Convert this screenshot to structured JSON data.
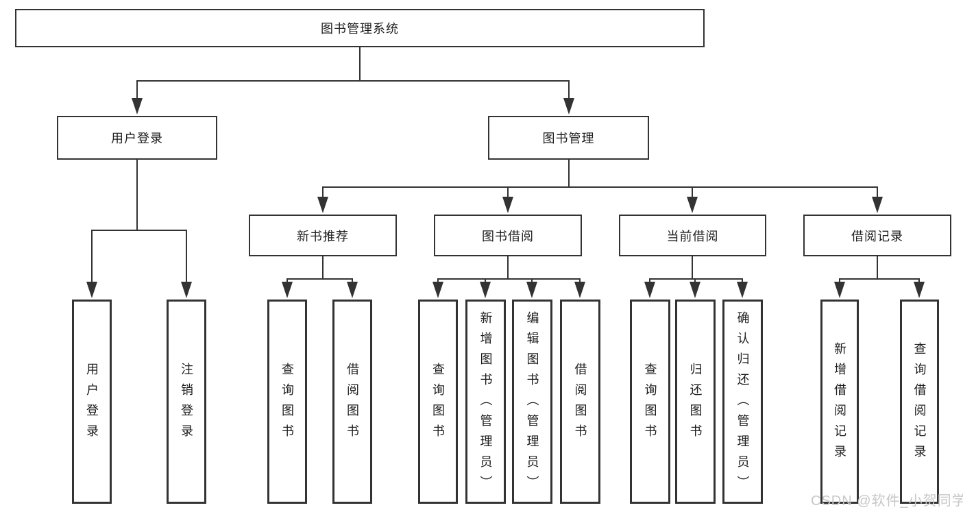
{
  "tree": {
    "root": {
      "label": "图书管理系统",
      "children": [
        {
          "label": "用户登录",
          "children": [
            {
              "label": "用户登录"
            },
            {
              "label": "注销登录"
            }
          ]
        },
        {
          "label": "图书管理",
          "children": [
            {
              "label": "新书推荐",
              "children": [
                {
                  "label": "查询图书"
                },
                {
                  "label": "借阅图书"
                }
              ]
            },
            {
              "label": "图书借阅",
              "children": [
                {
                  "label": "查询图书"
                },
                {
                  "label": "新增图书（管理员）"
                },
                {
                  "label": "编辑图书（管理员）"
                },
                {
                  "label": "借阅图书"
                }
              ]
            },
            {
              "label": "当前借阅",
              "children": [
                {
                  "label": "查询图书"
                },
                {
                  "label": "归还图书"
                },
                {
                  "label": "确认归还（管理员）"
                }
              ]
            },
            {
              "label": "借阅记录",
              "children": [
                {
                  "label": "新增借阅记录"
                },
                {
                  "label": "查询借阅记录"
                }
              ]
            }
          ]
        }
      ]
    }
  },
  "watermark": {
    "text": "CSDN @软件_小贺同学"
  },
  "colors": {
    "line": "#333333",
    "box_border": "#333333",
    "box_fill": "#ffffff",
    "text": "#1d1d1d",
    "watermark": "#c7c7c7",
    "background": "#ffffff"
  }
}
